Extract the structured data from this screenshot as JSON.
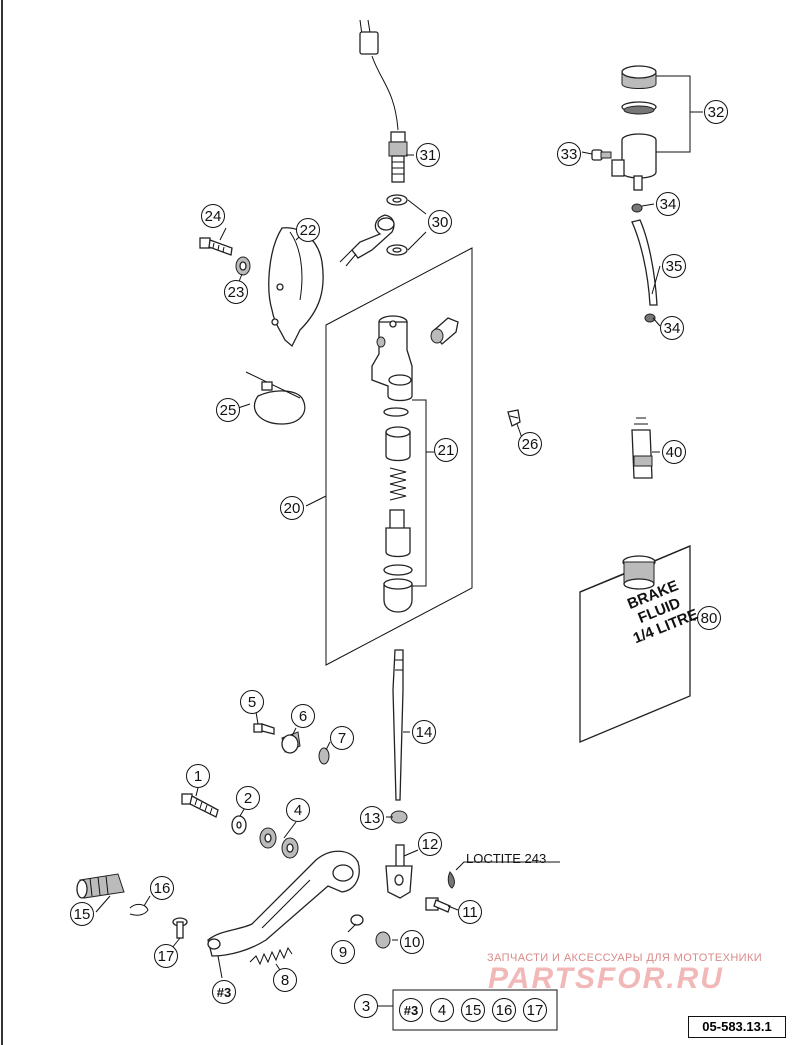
{
  "callouts": [
    {
      "id": "c31",
      "label": "31"
    },
    {
      "id": "c30",
      "label": "30"
    },
    {
      "id": "c32",
      "label": "32"
    },
    {
      "id": "c33",
      "label": "33"
    },
    {
      "id": "c34a",
      "label": "34"
    },
    {
      "id": "c34b",
      "label": "34"
    },
    {
      "id": "c35",
      "label": "35"
    },
    {
      "id": "c24",
      "label": "24"
    },
    {
      "id": "c22",
      "label": "22"
    },
    {
      "id": "c23",
      "label": "23"
    },
    {
      "id": "c25",
      "label": "25"
    },
    {
      "id": "c26",
      "label": "26"
    },
    {
      "id": "c40",
      "label": "40"
    },
    {
      "id": "c21",
      "label": "21"
    },
    {
      "id": "c20",
      "label": "20"
    },
    {
      "id": "c80",
      "label": "80"
    },
    {
      "id": "c14",
      "label": "14"
    },
    {
      "id": "c5",
      "label": "5"
    },
    {
      "id": "c6",
      "label": "6"
    },
    {
      "id": "c7",
      "label": "7"
    },
    {
      "id": "c1",
      "label": "1"
    },
    {
      "id": "c2",
      "label": "2"
    },
    {
      "id": "c4",
      "label": "4"
    },
    {
      "id": "c13",
      "label": "13"
    },
    {
      "id": "c12",
      "label": "12"
    },
    {
      "id": "c11",
      "label": "11"
    },
    {
      "id": "c16",
      "label": "16"
    },
    {
      "id": "c15",
      "label": "15"
    },
    {
      "id": "c17",
      "label": "17"
    },
    {
      "id": "c9",
      "label": "9"
    },
    {
      "id": "c10",
      "label": "10"
    },
    {
      "id": "c8",
      "label": "8"
    },
    {
      "id": "c3b",
      "label": "#3"
    },
    {
      "id": "c3",
      "label": "3"
    }
  ],
  "kit": [
    "#3",
    "4",
    "15",
    "16",
    "17"
  ],
  "loctite_label": "LOCTITE 243",
  "brake_fluid_lines": [
    "BRAKE",
    "FLUID",
    "1/4 LITRE"
  ],
  "watermark_line1": "ЗАПЧАСТИ И АКСЕССУАРЫ ДЛЯ МОТОТЕХНИКИ",
  "watermark_line2": "PARTSFOR.RU",
  "reference_code": "05-583.13.1"
}
